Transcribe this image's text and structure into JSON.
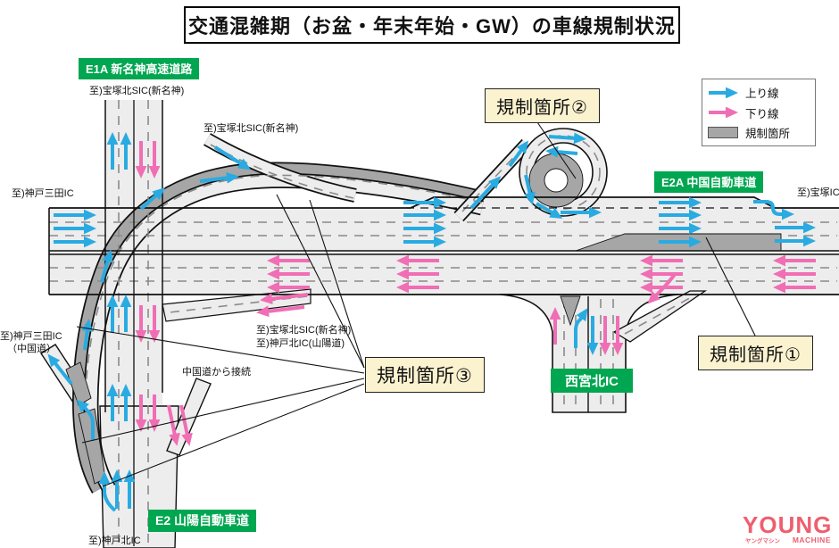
{
  "title": "交通混雑期（お盆・年末年始・GW）の車線規制状況",
  "legend": {
    "up_line": "上り線",
    "down_line": "下り線",
    "restricted": "規制箇所"
  },
  "badges": {
    "e1a": "E1A 新名神高速道路",
    "e2a": "E2A 中国自動車道",
    "nishinomiya_kita_ic": "西宮北IC",
    "e2": "E2 山陽自動車道"
  },
  "callouts": {
    "k1": "規制箇所①",
    "k2": "規制箇所②",
    "k3": "規制箇所③"
  },
  "destinations": {
    "takarazuka_kita_sic_top": "至)宝塚北SIC(新名神)",
    "takarazuka_kita_sic_mid": "至)宝塚北SIC(新名神)",
    "kobe_sanda_ic": "至)神戸三田IC",
    "takarazuka_kita_sic_exit": "至)宝塚北SIC(新名神)",
    "kobe_kita_ic_sanyo": "至)神戸北IC(山陽道)",
    "kobe_sanda_ic_chugoku_1": "至)神戸三田IC",
    "kobe_sanda_ic_chugoku_2": "（中国道）",
    "chugoku_connect": "中国道から接続",
    "kobe_kita_ic": "至)神戸北IC",
    "takarazuka_ic": "至)宝塚IC"
  },
  "logo": {
    "young": "YOUNG",
    "katakana": "ヤングマシン",
    "machine": "MACHINE"
  },
  "colors": {
    "up_arrow": "#29ABE2",
    "down_arrow": "#F06EB4",
    "restricted_gray": "#A6A6A6",
    "badge_green": "#00A650",
    "callout_bg": "#FBF2CF",
    "road_fill": "#EDEDED"
  }
}
